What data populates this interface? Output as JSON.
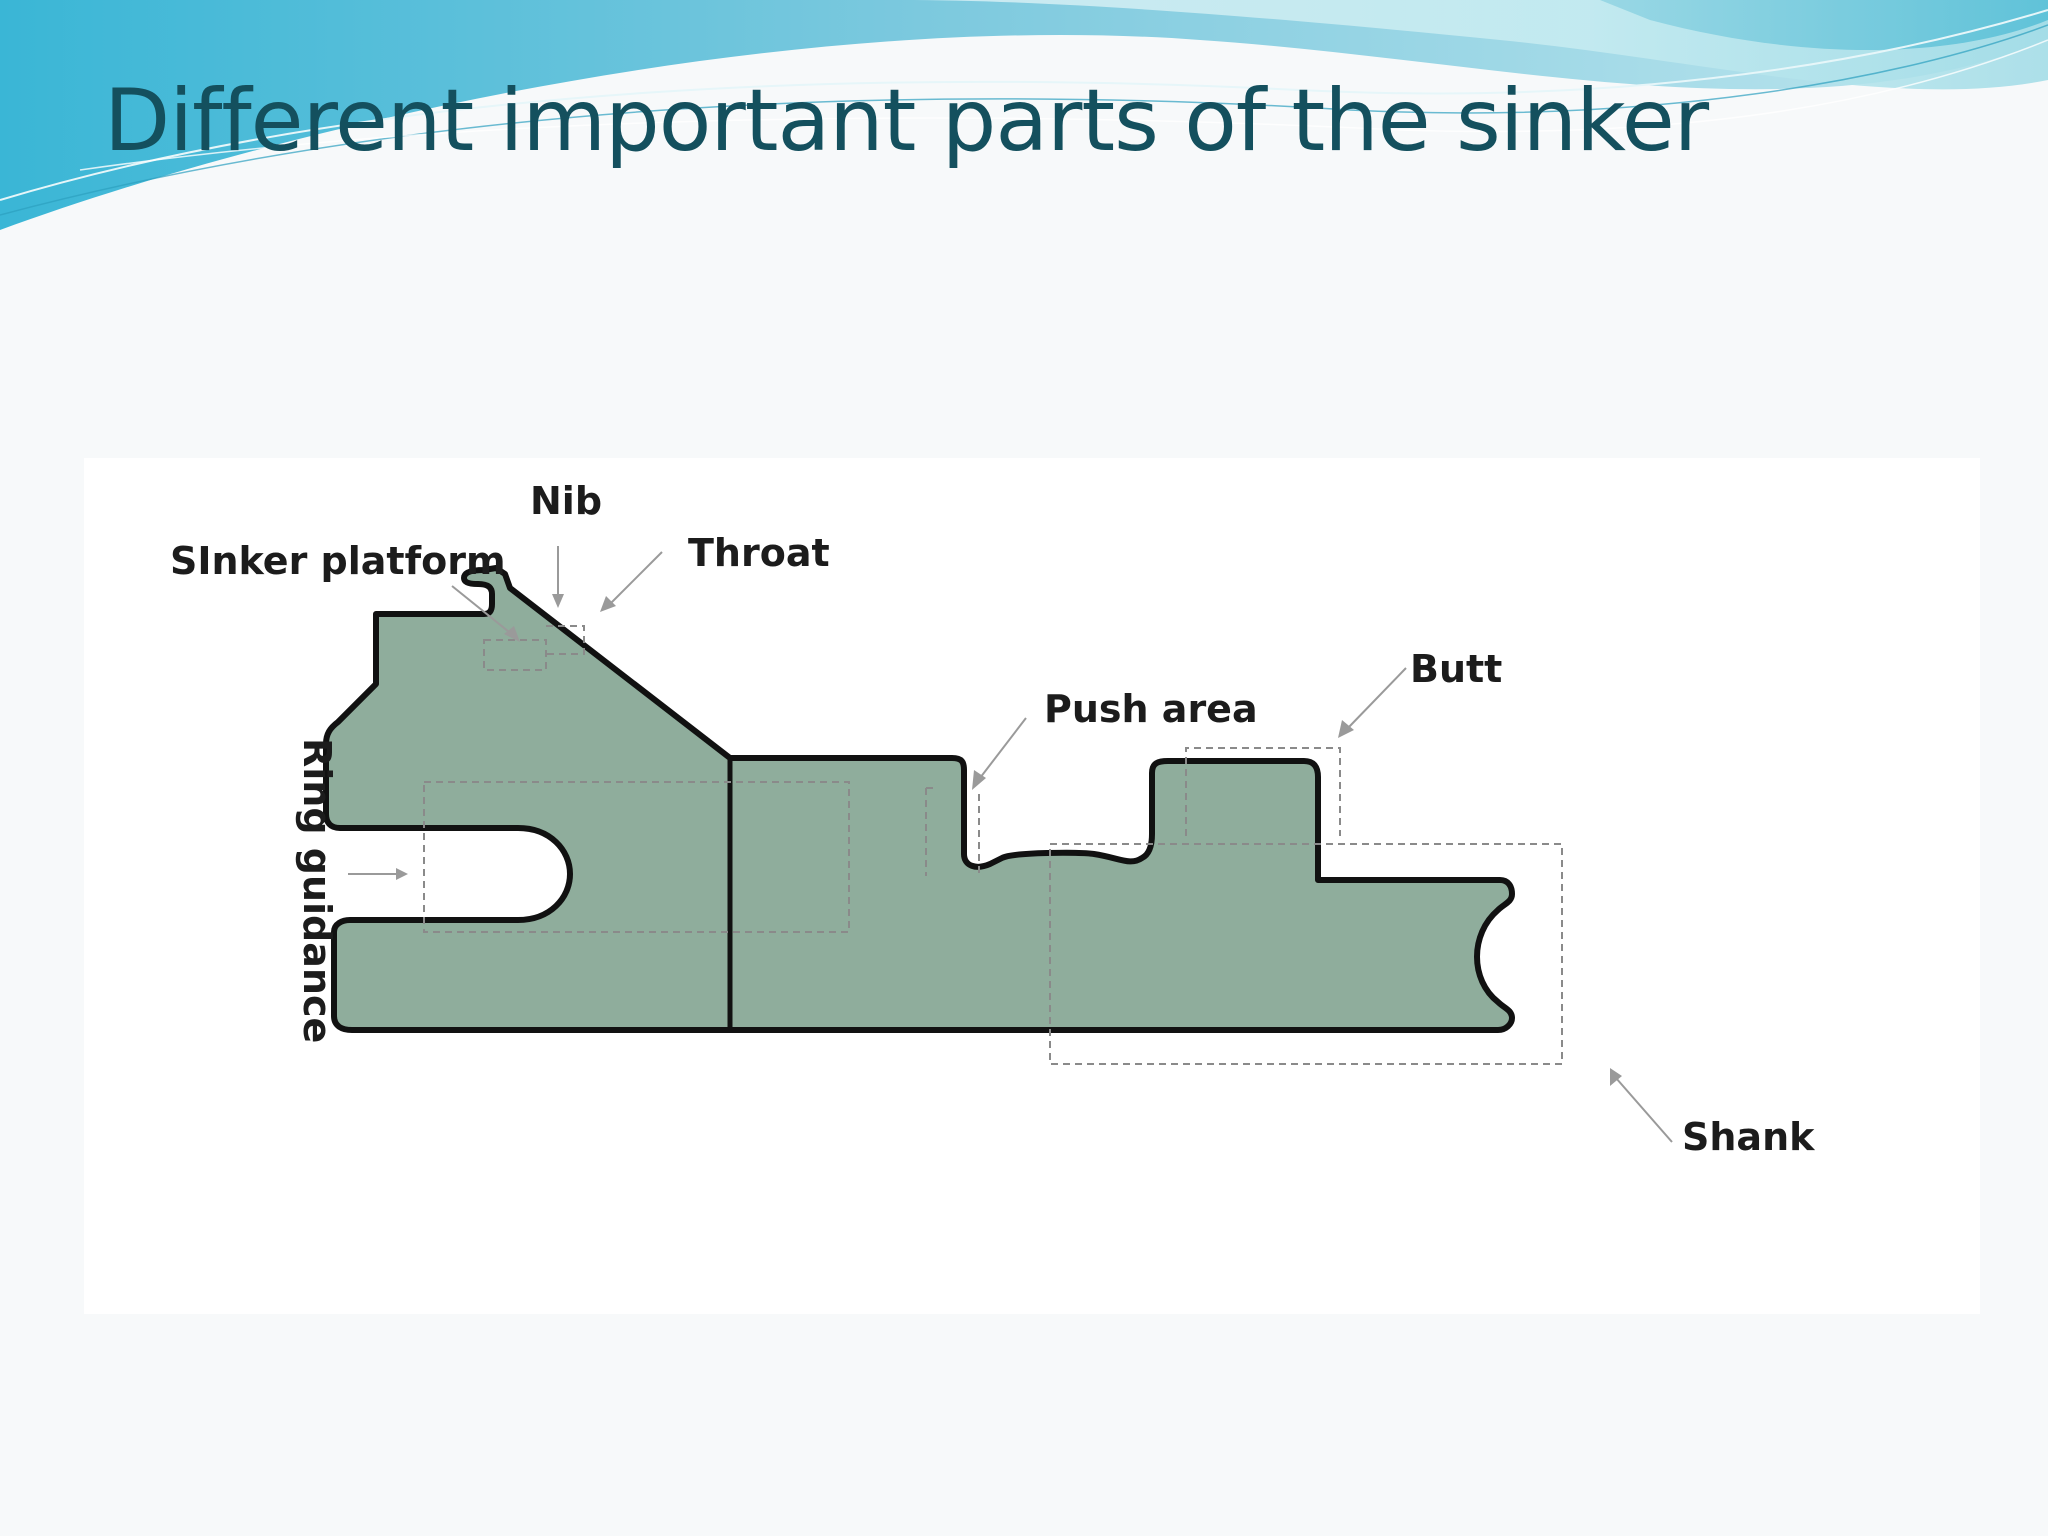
{
  "slide": {
    "title": "Different important parts of the sinker"
  },
  "diagram": {
    "labels": {
      "nib": "Nib",
      "sinker_platform": "SInker platform",
      "throat": "Throat",
      "butt": "Butt",
      "push_area": "Push area",
      "ring_guidance": "Ring guidance",
      "shank": "Shank"
    },
    "colors": {
      "sinker_fill": "#8fad9c",
      "sinker_outline": "#111111",
      "title_color": "#14505e",
      "wave_light": "#a9dfe9",
      "wave_dark": "#3fb2cf"
    }
  }
}
